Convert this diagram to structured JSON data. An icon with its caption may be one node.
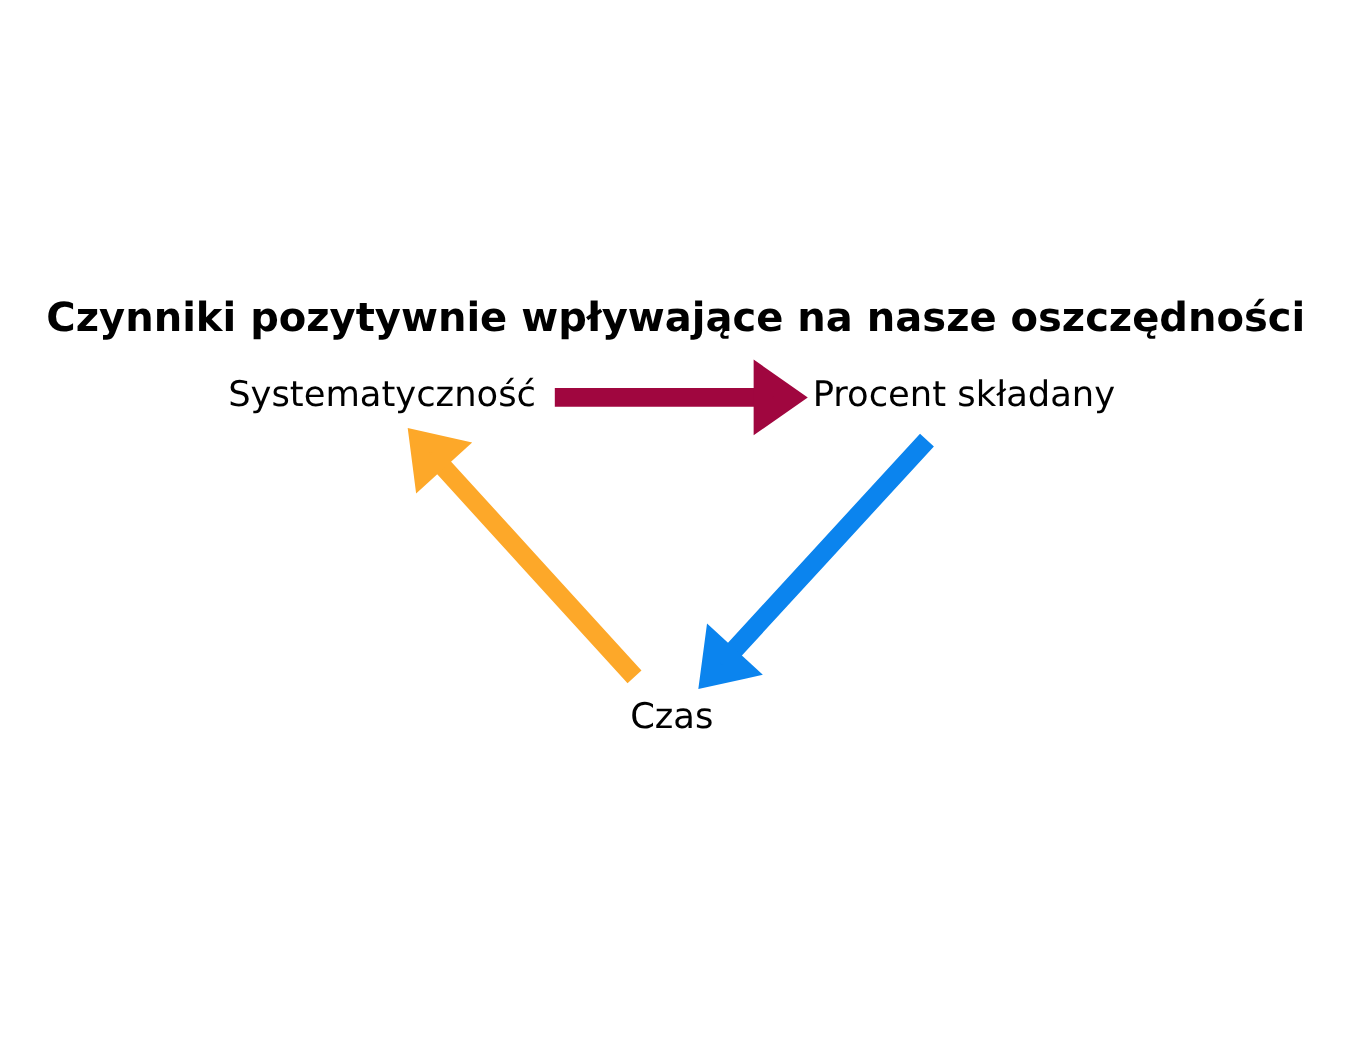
{
  "diagram": {
    "title": "Czynniki pozytywnie wpływające na nasze oszczędności",
    "nodes": [
      {
        "text": [
          "Systematyczność"
        ]
      },
      {
        "text": [
          "Procent składany"
        ]
      },
      {
        "text": [
          "Czas"
        ]
      }
    ],
    "edges": [
      {
        "from": 0,
        "to": 1,
        "arrow": "to",
        "color": "#a0063f"
      },
      {
        "from": 1,
        "to": 2,
        "arrow": "to",
        "color": "#0b84ee"
      },
      {
        "from": 2,
        "to": 0,
        "arrow": "to",
        "color": "#fda829"
      }
    ]
  }
}
